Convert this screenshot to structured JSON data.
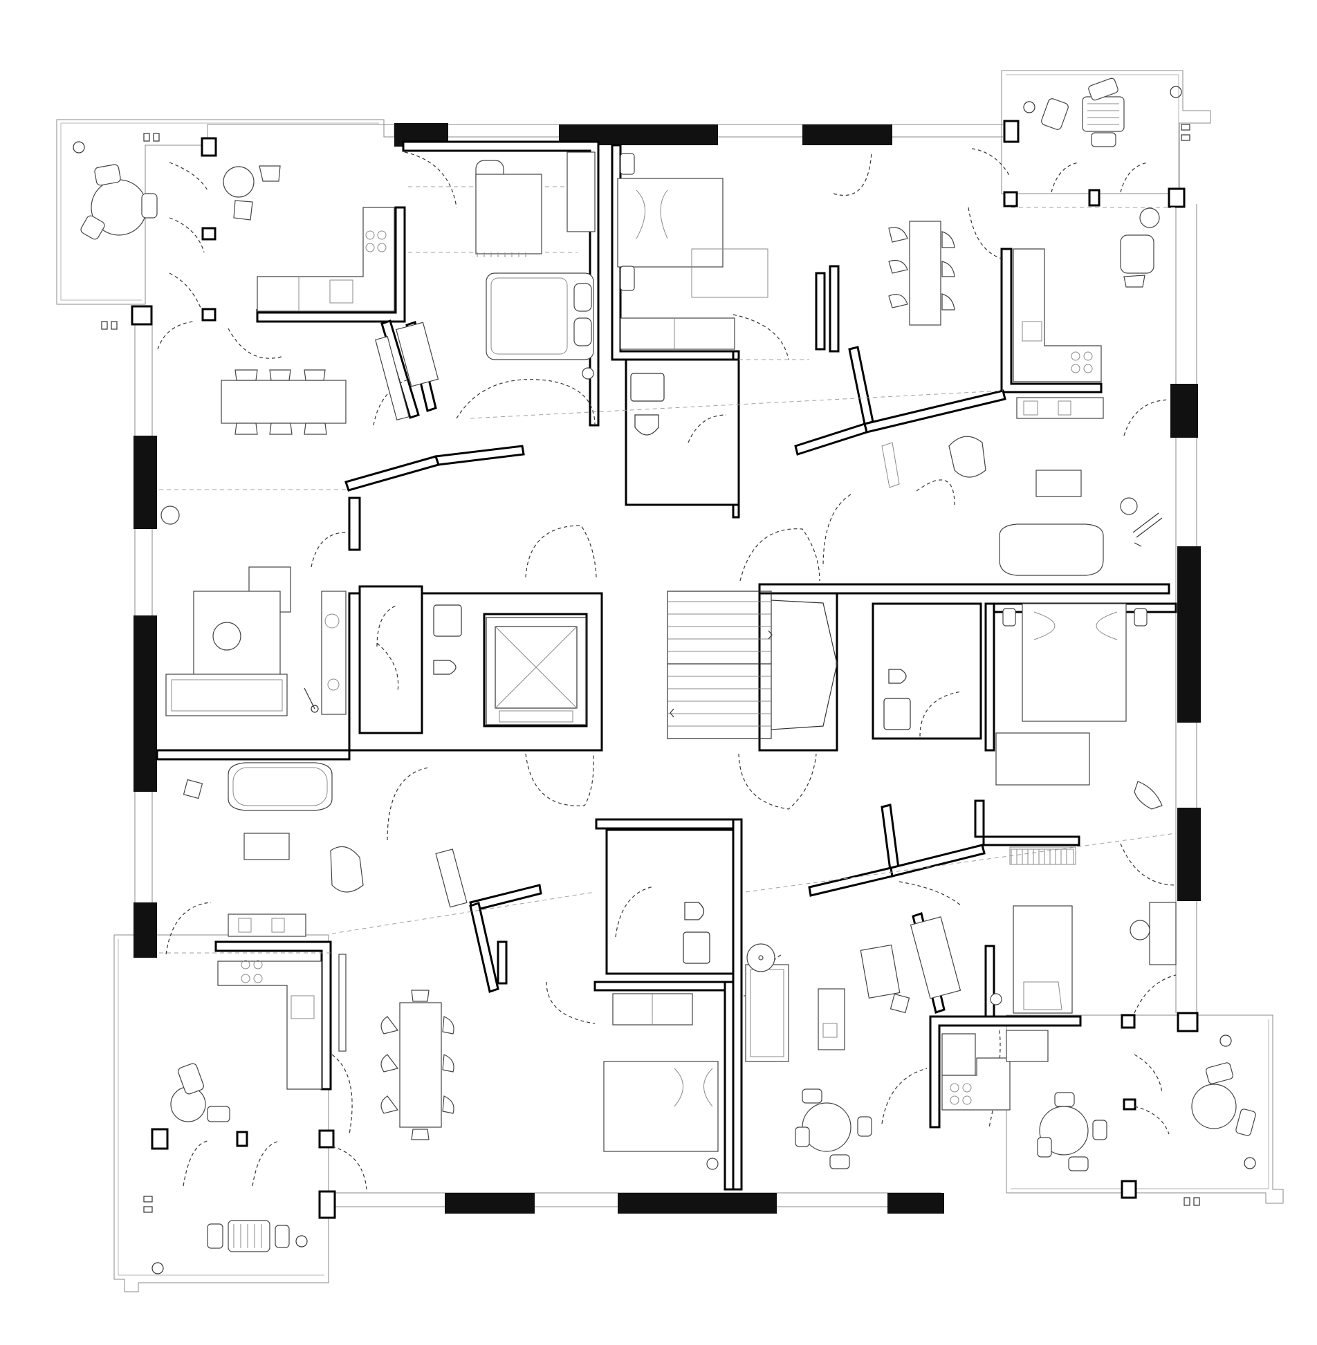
{
  "drawing": {
    "kind": "architectural floor plan",
    "colors": {
      "background": "#ffffff",
      "walls": "#000000",
      "furniture": "#444444",
      "dashed_lines": "#333333",
      "light_lines": "#b5b5b5"
    },
    "apartments": 4,
    "core": [
      "stair",
      "elevator",
      "bathrooms"
    ],
    "terraces": 4
  }
}
